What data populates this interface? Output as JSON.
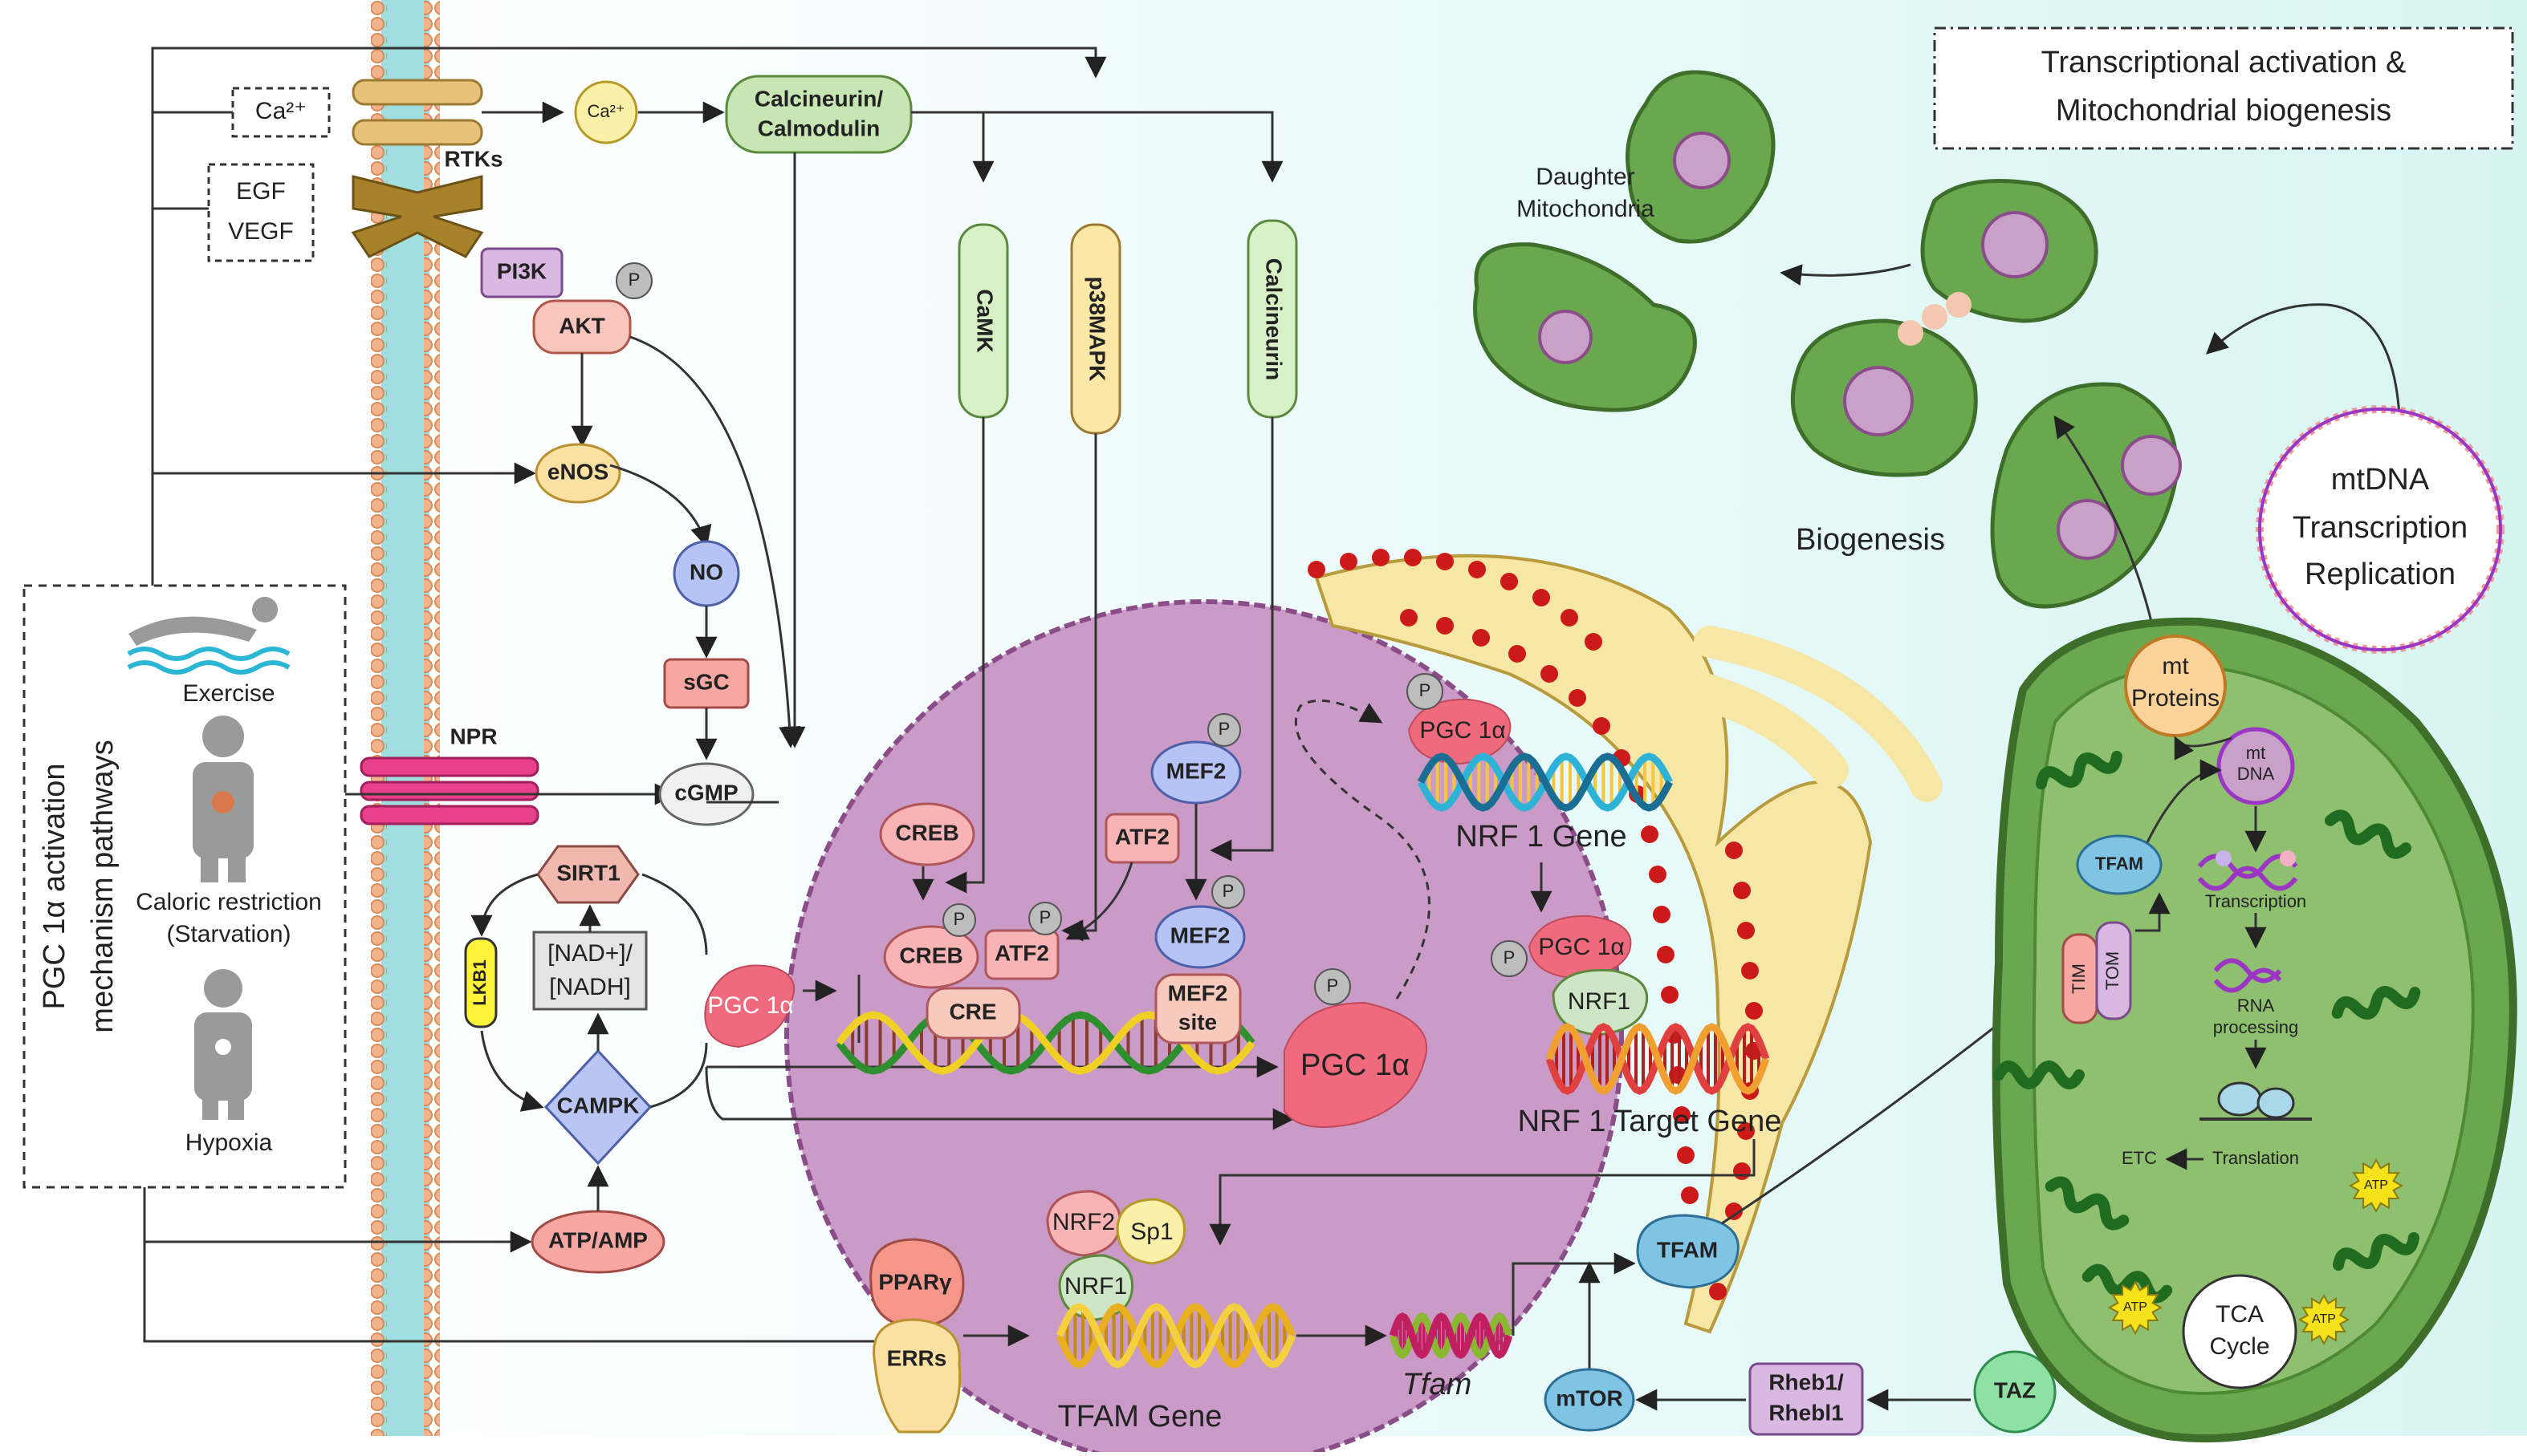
{
  "title": {
    "line1": "Transcriptional activation &",
    "line2": "Mitochondrial biogenesis"
  },
  "side_panel": {
    "title_line1": "PGC 1α activation",
    "title_line2": "mechanism pathways",
    "exercise": "Exercise",
    "caloric_line1": "Caloric restriction",
    "caloric_line2": "(Starvation)",
    "hypoxia": "Hypoxia"
  },
  "inputs": {
    "ca_box": "Ca²⁺",
    "egf": "EGF",
    "vegf": "VEGF",
    "ca_ion": "Ca²⁺"
  },
  "membrane": {
    "rtks": "RTKs",
    "npr": "NPR"
  },
  "nodes": {
    "calcineurin_calmodulin_1": "Calcineurin/",
    "calcineurin_calmodulin_2": "Calmodulin",
    "pi3k": "PI3K",
    "akt": "AKT",
    "p": "P",
    "enos": "eNOS",
    "no": "NO",
    "sgc": "sGC",
    "cgmp": "cGMP",
    "camk": "CaMK",
    "p38mapk": "p38MAPK",
    "calcineurin": "Calcineurin",
    "sirt1": "SIRT1",
    "nad_1": "[NAD+]/",
    "nad_2": "[NADH]",
    "lkb1": "LKB1",
    "campk": "CAMPK",
    "atp_amp": "ATP/AMP",
    "pgc_small": "PGC 1α",
    "pgc_big": "PGC 1α"
  },
  "nucleus": {
    "creb_1": "CREB",
    "creb_2": "CREB",
    "atf2_1": "ATF2",
    "atf2_2": "ATF2",
    "cre": "CRE",
    "mef2_1": "MEF2",
    "mef2_2": "MEF2",
    "mef2_site_1": "MEF2",
    "mef2_site_2": "site",
    "pgc_nrf1": "PGC 1α",
    "nrf1_gene": "NRF 1 Gene",
    "pgc_target": "PGC 1α",
    "nrf1": "NRF1",
    "nrf1_target_gene": "NRF 1 Target Gene",
    "nrf2": "NRF2",
    "sp1": "Sp1",
    "nrf1_b": "NRF1",
    "ppar": "PPARγ",
    "errs": "ERRs",
    "tfam_gene": "TFAM Gene",
    "tfam_mrna": "Tfam"
  },
  "cytoplasm": {
    "tfam": "TFAM",
    "mtor": "mTOR",
    "rheb_1": "Rheb1/",
    "rheb_2": "Rhebl1",
    "taz": "TAZ"
  },
  "mito": {
    "daughter_1": "Daughter",
    "daughter_2": "Mitochondria",
    "biogenesis": "Biogenesis",
    "mtdna_1": "mtDNA",
    "mtdna_2": "Transcription",
    "mtdna_3": "Replication",
    "mt_proteins_1": "mt",
    "mt_proteins_2": "Proteins",
    "mt_dna_1": "mt",
    "mt_dna_2": "DNA",
    "tfam": "TFAM",
    "tim": "TIM",
    "tom": "TOM",
    "transcription": "Transcription",
    "rna_1": "RNA",
    "rna_2": "processing",
    "translation": "Translation",
    "etc": "ETC",
    "atp": "ATP",
    "tca_1": "TCA",
    "tca_2": "Cycle"
  },
  "colors": {
    "membrane_teal": "#9fdfe0",
    "membrane_bead": "#f3b48d",
    "nucleus": "#c99bc6",
    "mito_green": "#6aa84f",
    "pgc_pink": "#f06a7e",
    "er_yellow": "#f7e7a6",
    "ribosome_red": "#cc1a1a"
  }
}
